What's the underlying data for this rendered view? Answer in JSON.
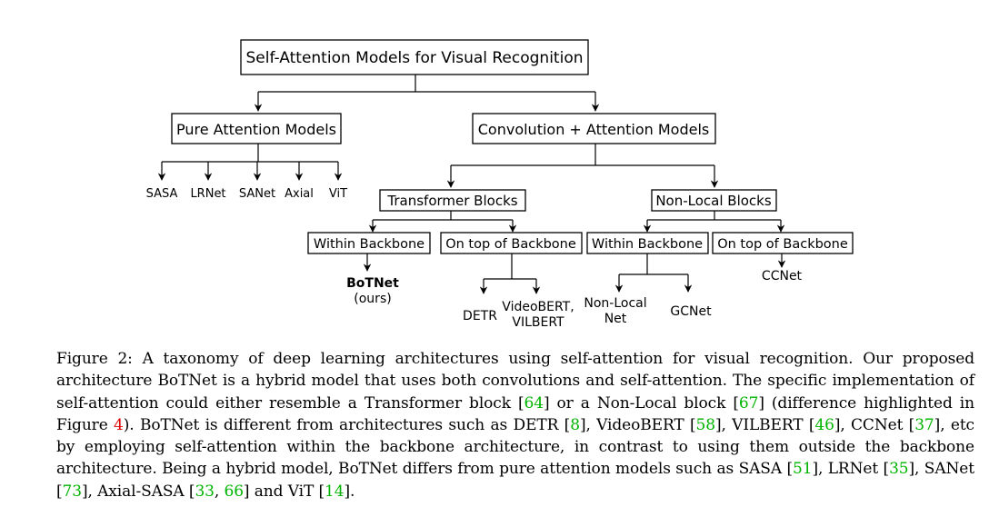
{
  "diagram": {
    "root": "Self-Attention Models for Visual Recognition",
    "pure": "Pure Attention Models",
    "pure_children": [
      "SASA",
      "LRNet",
      "SANet",
      "Axial",
      "ViT"
    ],
    "conv": "Convolution + Attention Models",
    "transformer": "Transformer Blocks",
    "nonlocal": "Non-Local Blocks",
    "within_label": "Within Backbone",
    "ontop_label": "On top of Backbone",
    "botnet": "BoTNet",
    "botnet_sub": "(ours)",
    "detr": "DETR",
    "videobert_1": "VideoBERT,",
    "videobert_2": "VILBERT",
    "nonlocal_net_1": "Non-Local",
    "nonlocal_net_2": "Net",
    "gcnet": "GCNet",
    "ccnet": "CCNet"
  },
  "caption": {
    "s1": "Figure 2: A taxonomy of deep learning architectures using self-attention for visual recognition. Our proposed architecture BoTNet is a hybrid model that uses both convolutions and self-attention. The specific implementation of self-attention could either resemble a Transformer block [",
    "r64": "64",
    "s2": "] or a Non-Local block [",
    "r67": "67",
    "s3": "] (difference highlighted in Figure ",
    "f4": "4",
    "s4": "). BoTNet is different from architectures such as DETR [",
    "r8": "8",
    "s5": "], VideoBERT [",
    "r58": "58",
    "s6": "], VILBERT [",
    "r46": "46",
    "s7": "], CCNet [",
    "r37": "37",
    "s8": "], etc by employing self-attention within the backbone architecture, in contrast to using them outside the backbone architecture. Being a hybrid model, BoTNet differs from pure attention models such as SASA [",
    "r51": "51",
    "s9": "], LRNet [",
    "r35": "35",
    "s10": "], SANet [",
    "r73": "73",
    "s11": "], Axial-SASA [",
    "r33": "33",
    "s12": ", ",
    "r66": "66",
    "s13": "] and ViT [",
    "r14": "14",
    "s14": "]."
  }
}
